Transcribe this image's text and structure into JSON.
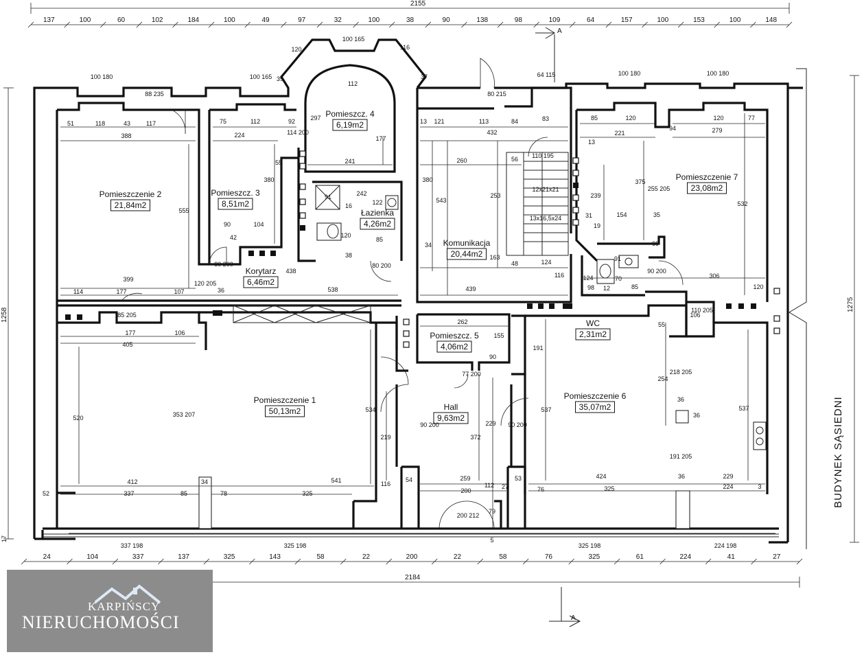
{
  "rooms": [
    {
      "name": "Pomieszczenie 1",
      "area": "50,13m2"
    },
    {
      "name": "Pomieszczenie 2",
      "area": "21,84m2"
    },
    {
      "name": "Pomieszcz. 3",
      "area": "8,51m2"
    },
    {
      "name": "Pomieszcz. 4",
      "area": "6,19m2"
    },
    {
      "name": "Pomieszcz. 5",
      "area": "4,06m2"
    },
    {
      "name": "Pomieszczenie 6",
      "area": "35,07m2"
    },
    {
      "name": "Pomieszczenie 7",
      "area": "23,08m2"
    },
    {
      "name": "Łazienka",
      "area": "4,26m2"
    },
    {
      "name": "Korytarz",
      "area": "6,46m2"
    },
    {
      "name": "Komunikacja",
      "area": "20,44m2"
    },
    {
      "name": "Hall",
      "area": "9,63m2"
    },
    {
      "name": "WC",
      "area": "2,31m2"
    }
  ],
  "top_total": "2155",
  "top_chain": [
    "137",
    "100",
    "60",
    "102",
    "184",
    "100",
    "49",
    "97",
    "32",
    "100",
    "38",
    "90",
    "138",
    "98",
    "109",
    "64",
    "157",
    "100",
    "153",
    "100",
    "148"
  ],
  "bottom_total": "2184",
  "bottom_chain": [
    "24",
    "104",
    "337",
    "137",
    "325",
    "143",
    "58",
    "22",
    "200",
    "22",
    "58",
    "76",
    "325",
    "61",
    "224",
    "41",
    "27"
  ],
  "left_total": "1258",
  "right_total": "1275",
  "left_small": "17",
  "section_marker": "A",
  "neighbor_label": "BUDYNEK SĄSIEDNI",
  "dimension_labels": [
    "100 180",
    "88 235",
    "100 165",
    "120",
    "39",
    "100 165",
    "112",
    "116",
    "37",
    "80 215",
    "64 115",
    "100 180",
    "100 180",
    "51",
    "118",
    "43",
    "117",
    "388",
    "75",
    "112",
    "92",
    "114 200",
    "297",
    "177",
    "241",
    "13",
    "121",
    "113",
    "84",
    "83",
    "432",
    "85",
    "120",
    "221",
    "94",
    "120",
    "77",
    "279",
    "13",
    "555",
    "224",
    "55",
    "380",
    "91",
    "242",
    "16",
    "122",
    "110 195",
    "260",
    "56",
    "380",
    "543",
    "253",
    "375",
    "255 205",
    "532",
    "239",
    "154",
    "35",
    "31",
    "19",
    "42",
    "90",
    "104",
    "120",
    "85",
    "12x21x21",
    "13x16,5x24",
    "34",
    "163",
    "48",
    "124",
    "116",
    "69",
    "80 200",
    "438",
    "38",
    "80 200",
    "124",
    "91",
    "70",
    "90 200",
    "85",
    "120 205",
    "36",
    "399",
    "114",
    "177",
    "107",
    "538",
    "439",
    "98",
    "12",
    "306",
    "120",
    "85 205",
    "110 205",
    "262",
    "155",
    "90",
    "77 200",
    "106",
    "55",
    "177",
    "106",
    "405",
    "191",
    "218 205",
    "254",
    "36",
    "36",
    "520",
    "353 207",
    "534",
    "90 200",
    "229",
    "372",
    "90 200",
    "537",
    "537",
    "219",
    "191 205",
    "412",
    "541",
    "54",
    "259",
    "53",
    "424",
    "36",
    "229",
    "52",
    "337",
    "85",
    "34",
    "78",
    "325",
    "116",
    "200",
    "112",
    "27",
    "76",
    "325",
    "224",
    "3",
    "200 212",
    "79",
    "5",
    "337 198",
    "325 198",
    "325 198",
    "224 198"
  ]
}
